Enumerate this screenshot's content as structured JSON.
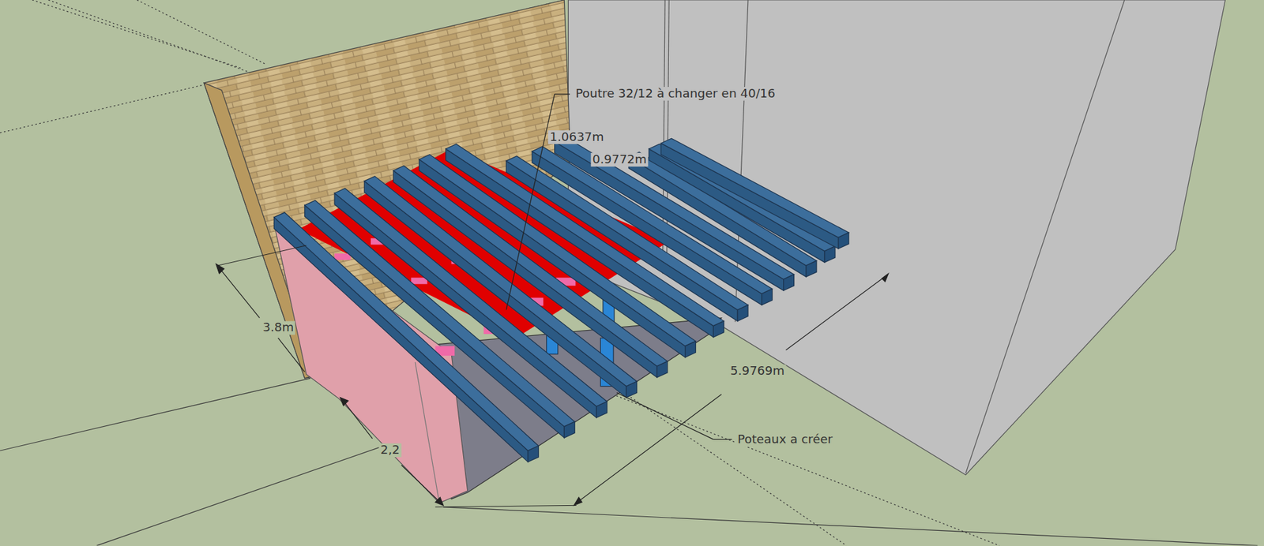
{
  "diagram": {
    "labels": [
      "Poutre 32/12 à changer en 40/16",
      "1.0637m",
      "0.9772m",
      "3.8m",
      "2,2",
      "5.9769m",
      "Poteaux a créer"
    ]
  }
}
